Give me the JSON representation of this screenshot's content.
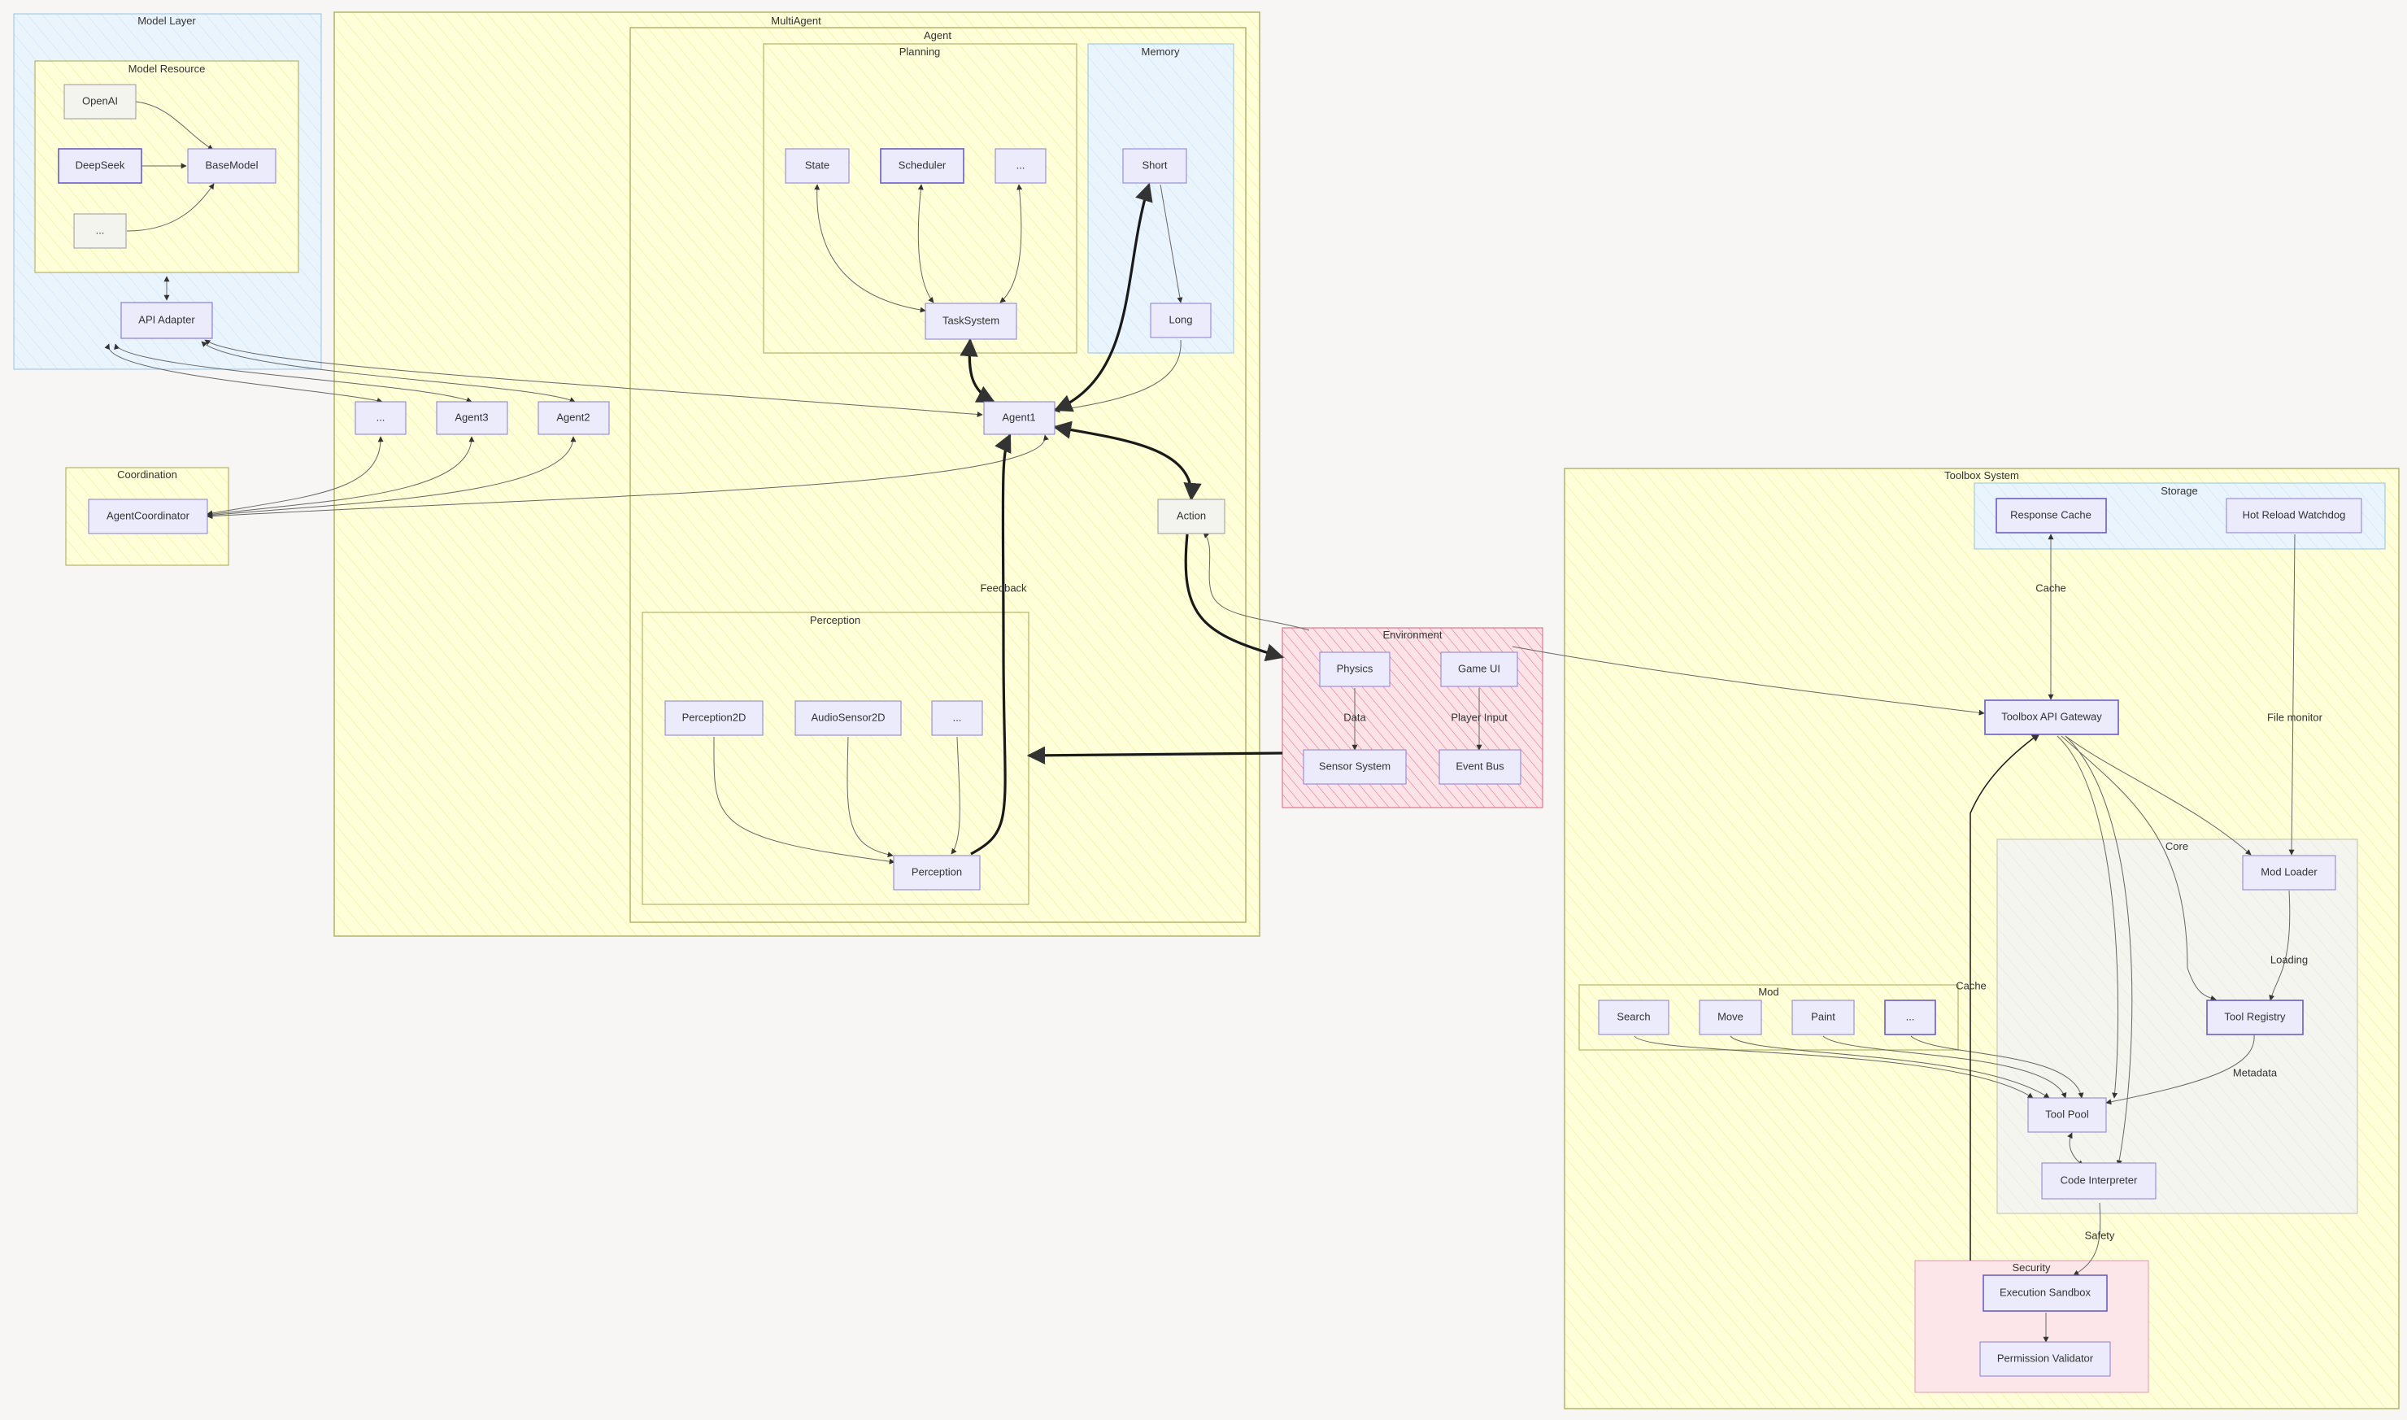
{
  "groups": {
    "model_layer": "Model Layer",
    "model_resource": "Model Resource",
    "multiagent": "MultiAgent",
    "agent": "Agent",
    "planning": "Planning",
    "memory": "Memory",
    "perception": "Perception",
    "coordination": "Coordination",
    "environment": "Environment",
    "toolbox": "Toolbox System",
    "storage": "Storage",
    "core": "Core",
    "mod": "Mod",
    "security": "Security"
  },
  "nodes": {
    "openai": "OpenAI",
    "deepseek": "DeepSeek",
    "model_more": "...",
    "basemodel": "BaseModel",
    "api_adapter": "API Adapter",
    "state": "State",
    "scheduler": "Scheduler",
    "planning_more": "...",
    "tasksystem": "TaskSystem",
    "short": "Short",
    "long": "Long",
    "agent1": "Agent1",
    "agent_more": "...",
    "agent3": "Agent3",
    "agent2": "Agent2",
    "agentcoordinator": "AgentCoordinator",
    "action": "Action",
    "perception2d": "Perception2D",
    "audiosensor2d": "AudioSensor2D",
    "perception_more": "...",
    "perception": "Perception",
    "physics": "Physics",
    "game_ui": "Game UI",
    "sensor_system": "Sensor System",
    "event_bus": "Event Bus",
    "response_cache": "Response Cache",
    "hot_reload": "Hot Reload Watchdog",
    "gateway": "Toolbox API Gateway",
    "mod_loader": "Mod Loader",
    "tool_registry": "Tool Registry",
    "tool_pool": "Tool Pool",
    "code_interpreter": "Code Interpreter",
    "search": "Search",
    "move": "Move",
    "paint": "Paint",
    "mod_more": "...",
    "execution_sandbox": "Execution Sandbox",
    "permission_validator": "Permission Validator"
  },
  "edge_labels": {
    "feedback": "Feedback",
    "data": "Data",
    "player_input": "Player Input",
    "cache_storage": "Cache",
    "file_monitor": "File monitor",
    "loading": "Loading",
    "cache_core": "Cache",
    "metadata": "Metadata",
    "safety": "Safety"
  },
  "colors": {
    "yellow_fill": "#fefed8",
    "yellow_stroke": "#b4b46a",
    "blue_fill": "#e8f3fd",
    "blue_stroke": "#a8cbe6",
    "pink_fill": "#fde6ea",
    "red_hatch": "#e0708a",
    "node_fill": "#ecebfc",
    "node_stroke": "#8a7fd0",
    "gray_fill": "#f4f4ef"
  }
}
